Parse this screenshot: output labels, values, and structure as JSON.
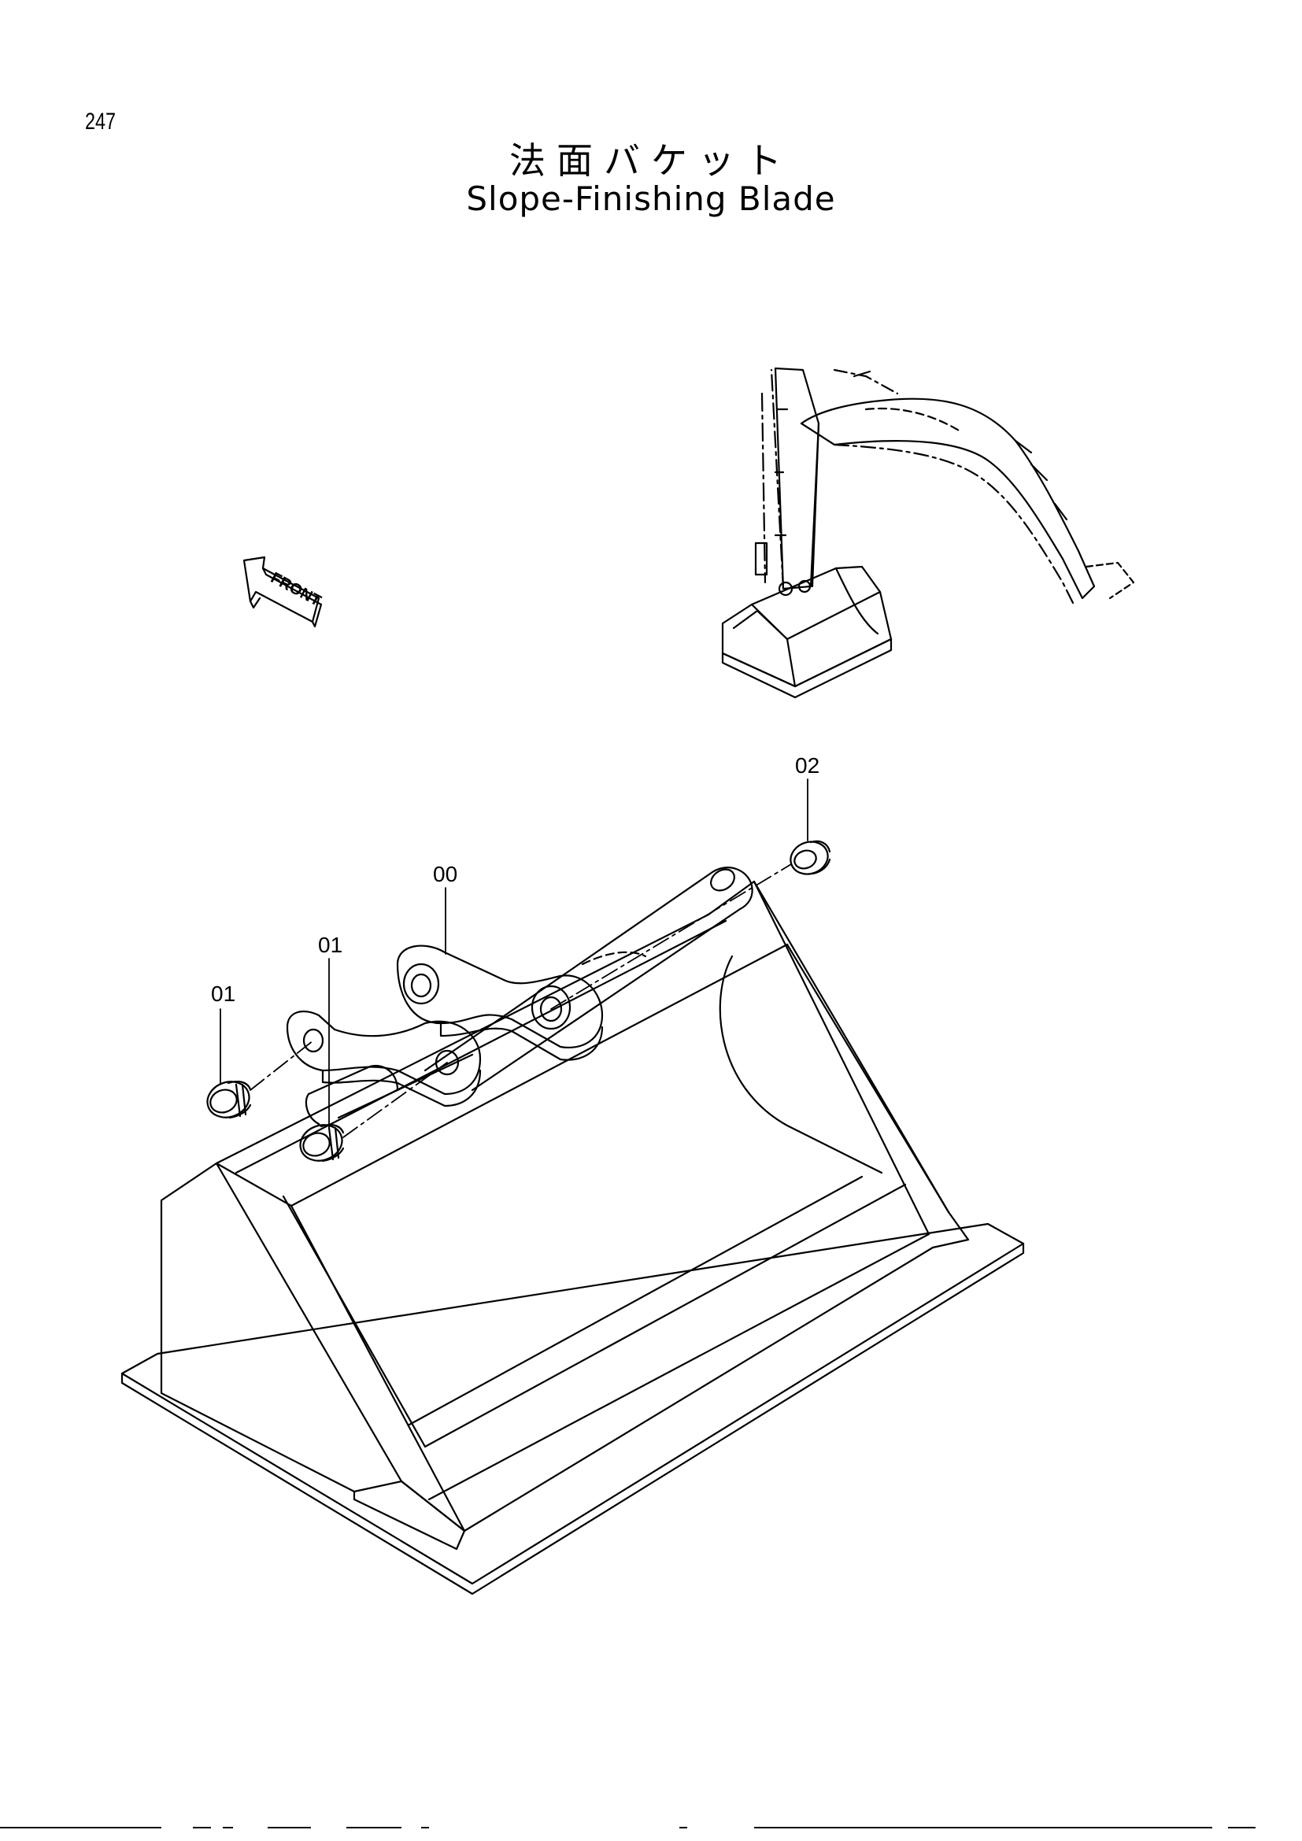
{
  "page_number": "247",
  "title_jp": "法面バケット",
  "title_en": "Slope-Finishing Blade",
  "front_label": "FRONT",
  "callouts": {
    "part_00": "00",
    "part_01_a": "01",
    "part_01_b": "01",
    "part_02": "02"
  }
}
